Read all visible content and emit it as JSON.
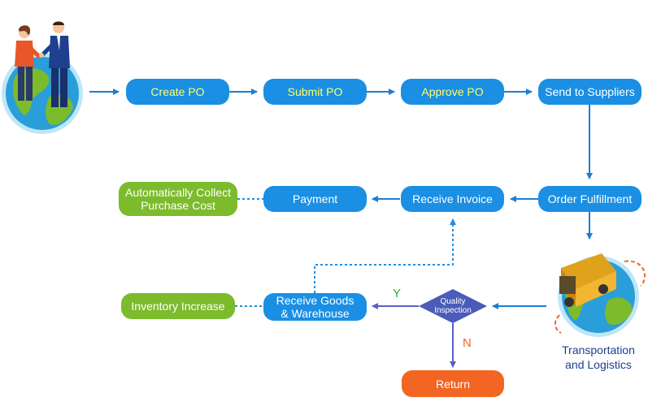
{
  "nodes": {
    "create_po": "Create PO",
    "submit_po": "Submit PO",
    "approve_po": "Approve PO",
    "send_suppliers": "Send to Suppliers",
    "order_fulfillment": "Order Fulfillment",
    "receive_invoice": "Receive Invoice",
    "payment": "Payment",
    "auto_collect_line1": "Automatically Collect",
    "auto_collect_line2": "Purchase  Cost",
    "receive_goods_line1": "Receive Goods",
    "receive_goods_line2": "& Warehouse",
    "inventory_increase": "Inventory Increase",
    "quality_line1": "Quality",
    "quality_line2": "Inspection",
    "return": "Return"
  },
  "labels": {
    "yes": "Y",
    "no": "N",
    "transport_line1": "Transportation",
    "transport_line2": "and Logistics"
  },
  "colors": {
    "process_blue": "#1a8fe3",
    "result_green": "#7cbb2c",
    "return_orange": "#f26522",
    "decision_purple": "#4a5bb8",
    "arrow_blue": "#1a7fd4",
    "arrow_purple": "#5b5fc7",
    "yes_green": "#3aaa35",
    "no_orange": "#f26522"
  },
  "icons": {
    "start": "business-handshake-globe-icon",
    "transport": "delivery-truck-globe-icon"
  }
}
